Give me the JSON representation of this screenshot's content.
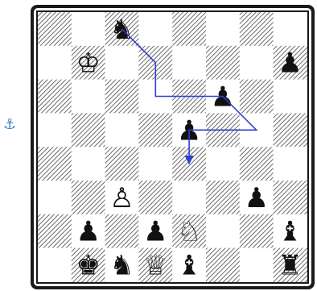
{
  "side_widget": {
    "icon": "anchor-icon",
    "glyph": "⚓",
    "color": "#3a86c8"
  },
  "board": {
    "files": 8,
    "ranks": 8,
    "light_square": "#ffffff",
    "dark_square": "hatched",
    "frame_color": "#1a1a1a",
    "pieces": [
      {
        "square": "c8",
        "piece": "black-knight",
        "glyph": "♞"
      },
      {
        "square": "b7",
        "piece": "white-king",
        "glyph": "♔"
      },
      {
        "square": "h7",
        "piece": "black-pawn",
        "glyph": "♟"
      },
      {
        "square": "f6",
        "piece": "black-pawn",
        "glyph": "♟"
      },
      {
        "square": "e5",
        "piece": "black-pawn",
        "glyph": "♟"
      },
      {
        "square": "c3",
        "piece": "white-pawn",
        "glyph": "♙"
      },
      {
        "square": "g3",
        "piece": "black-pawn",
        "glyph": "♟"
      },
      {
        "square": "b2",
        "piece": "black-pawn",
        "glyph": "♟"
      },
      {
        "square": "d2",
        "piece": "black-pawn",
        "glyph": "♟"
      },
      {
        "square": "e2",
        "piece": "white-knight",
        "glyph": "♘"
      },
      {
        "square": "h2",
        "piece": "black-bishop",
        "glyph": "♝"
      },
      {
        "square": "b1",
        "piece": "black-king",
        "glyph": "♚"
      },
      {
        "square": "c1",
        "piece": "black-knight",
        "glyph": "♞"
      },
      {
        "square": "d1",
        "piece": "white-queen",
        "glyph": "♕"
      },
      {
        "square": "e1",
        "piece": "black-bishop",
        "glyph": "♝"
      },
      {
        "square": "h1",
        "piece": "black-rook",
        "glyph": "♜"
      }
    ],
    "arrow": {
      "color": "#2f3fd0",
      "path_squares": [
        "c8",
        "d7",
        "d6",
        "f6",
        "g5",
        "e5",
        "e4"
      ],
      "from": "c8",
      "to": "e4"
    }
  }
}
